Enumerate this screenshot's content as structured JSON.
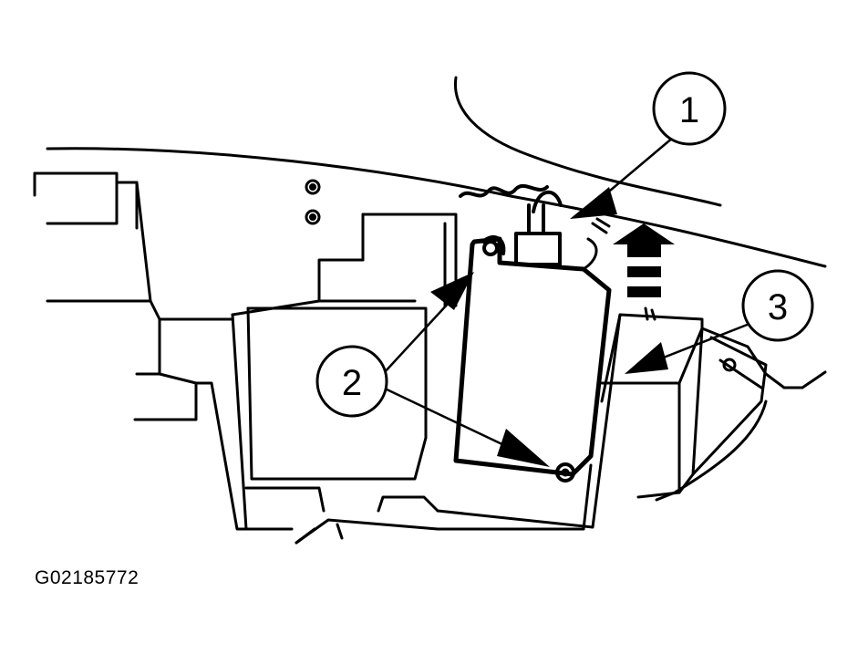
{
  "figure_id": "G02185772",
  "callouts": [
    {
      "label": "1"
    },
    {
      "label": "2"
    },
    {
      "label": "3"
    }
  ],
  "colors": {
    "ink": "#000000",
    "paper": "#ffffff"
  }
}
